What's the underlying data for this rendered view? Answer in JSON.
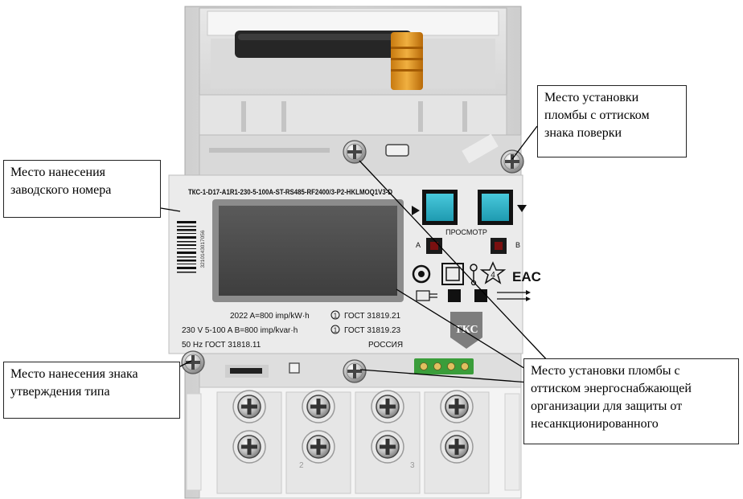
{
  "callouts": {
    "factory_number": [
      "Место нанесения",
      "заводского номера"
    ],
    "verification_seal": [
      "Место установки",
      "пломбы с оттиском",
      "знака поверки"
    ],
    "type_approval": [
      "Место нанесения знака",
      "утверждения типа"
    ],
    "supplier_seal": [
      "Место установки пломбы с",
      "оттиском энергоснабжающей",
      "организации для защиты от",
      "несанкционированного"
    ]
  },
  "meter": {
    "model_code": "ТКС-1-D17-A1R1-230-5-100A-ST-RS485-RF2400/3-P2-HKLMOQ1V3-D",
    "serial_small": "3210143017056",
    "view_label": "ПРОСМОТР",
    "led_a": "A",
    "led_b": "B",
    "spec_line1_left": "2022  A=800 imp/kW·h",
    "spec_line1_right": "ГОСТ 31819.21",
    "spec_line2_left": "230  V  5-100   A  B=800 imp/kvar·h",
    "spec_line2_right": "ГОСТ 31819.23",
    "spec_line3_left": "50  Hz    ГОСТ 31818.11",
    "spec_line3_right": "РОССИЯ",
    "brand": "ТКС",
    "class_mark": "1",
    "star_mark": "4",
    "eac": "EAC",
    "terminal_2": "2",
    "terminal_3": "3"
  },
  "colors": {
    "button_blue": "#2fb4c8",
    "led_red": "#7a1010",
    "brand_bg": "#7d7d7d"
  }
}
